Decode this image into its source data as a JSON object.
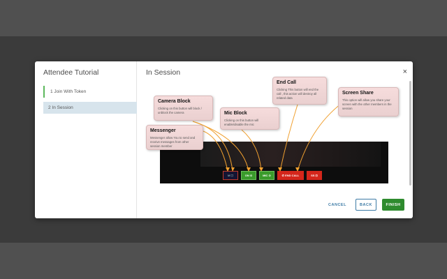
{
  "sidebar": {
    "title": "Attendee Tutorial",
    "steps": [
      {
        "label": "1  Join With Token"
      },
      {
        "label": "2  In Session"
      }
    ]
  },
  "main": {
    "title": "In Session",
    "close": "×"
  },
  "controls": {
    "messenger": "M ☐",
    "camera": "ON ⊙",
    "mic": "MIC ⊙",
    "end": "✆ END CALL",
    "screen": "SS ⊡"
  },
  "tips": {
    "messenger": {
      "title": "Messenger",
      "text": "Messenger allow You to send and receive messages from other session member"
    },
    "camera": {
      "title": "Camera Block",
      "text": "Clicking on this button will block / unblock the camera"
    },
    "mic": {
      "title": "Mic Block",
      "text": "Clicking on this button will enable/disable the mic"
    },
    "end": {
      "title": "End Call",
      "text": "Clicking This button will end the call , this action will destroy all related data"
    },
    "screen": {
      "title": "Screen Share",
      "text": "This option will allow you share your screen with the other members in the session"
    }
  },
  "footer": {
    "cancel": "CANCEL",
    "back": "BACK",
    "finish": "FINISH"
  },
  "colors": {
    "accent_green": "#2e8b2e",
    "accent_blue": "#3c7aa5",
    "end_red": "#d4261b",
    "arrow": "#f0a030"
  }
}
